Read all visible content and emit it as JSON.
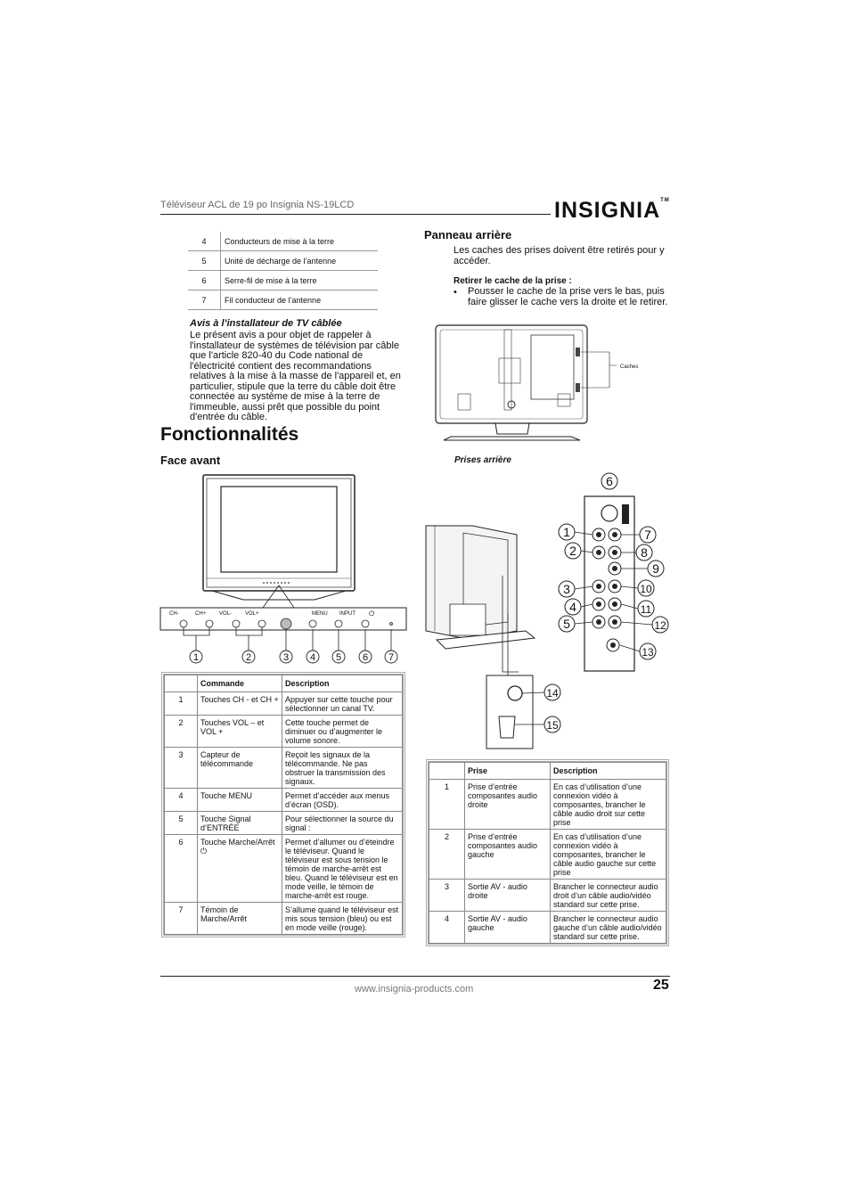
{
  "header": {
    "title": "Téléviseur ACL de 19 po Insignia NS-19LCD",
    "logo": "INSIGNIA",
    "logo_tm": "TM"
  },
  "parts_table": [
    {
      "num": "4",
      "label": "Conducteurs de mise à la terre"
    },
    {
      "num": "5",
      "label": "Unité de décharge de l’antenne"
    },
    {
      "num": "6",
      "label": "Serre-fil de mise à la terre"
    },
    {
      "num": "7",
      "label": "Fil conducteur de l’antenne"
    }
  ],
  "avis": {
    "heading": "Avis à l’installateur de TV câblée",
    "text": "Le présent avis a pour objet de rappeler à l'installateur de systèmes de télévision par câble que l'article 820-40 du Code national de l'électricité contient des recommandations relatives à la mise à la masse de l'appareil et, en particulier, stipule que la terre du câble doit être connectée au système de mise à la terre de l'immeuble, aussi prêt que possible du point d'entrée du câble."
  },
  "section_title": "Fonctionnalités",
  "face_avant": {
    "heading": "Face avant",
    "button_labels": [
      "CH-",
      "CH+",
      "VOL-",
      "VOL+",
      "MENU",
      "INPUT"
    ],
    "callouts": [
      "1",
      "2",
      "3",
      "4",
      "5",
      "6",
      "7"
    ],
    "table_headers": [
      "Commande",
      "Description"
    ],
    "rows": [
      {
        "num": "1",
        "command": "Touches CH - et CH +",
        "description": "Appuyer sur cette touche pour sélectionner un canal TV."
      },
      {
        "num": "2",
        "command": "Touches VOL – et VOL +",
        "description": "Cette touche permet de diminuer ou d’augmenter le volume sonore."
      },
      {
        "num": "3",
        "command": "Capteur de télécommande",
        "description": "Reçoit les signaux de la télécommande. Ne pas obstruer la transmission des signaux."
      },
      {
        "num": "4",
        "command": "Touche MENU",
        "description": "Permet d’accéder aux menus d’écran (OSD)."
      },
      {
        "num": "5",
        "command": "Touche Signal d’ENTRÉE",
        "description": "Pour sélectionner la source du signal :"
      },
      {
        "num": "6",
        "command": "Touche Marche/Arrêt",
        "command_icon": "⏻",
        "description": "Permet d’allumer ou d’éteindre le téléviseur. Quand le téléviseur est sous tension le témoin de marche-arrêt est bleu. Quand le téléviseur est en mode veille, le témoin de marche-arrêt est rouge."
      },
      {
        "num": "7",
        "command": "Témoin de Marche/Arrêt",
        "description": "S’allume quand le téléviseur est mis sous tension (bleu) ou est en mode veille (rouge)."
      }
    ]
  },
  "panneau": {
    "heading": "Panneau arrière",
    "intro": "Les caches des prises doivent être retirés pour y accéder.",
    "subheading": "Retirer le cache de la prise :",
    "bullet": "Pousser le cache de la prise vers le bas, puis faire glisser le cache vers la droite et le retirer.",
    "caches_label": "Caches",
    "caption": "Prises arrière",
    "callouts": [
      "1",
      "2",
      "3",
      "4",
      "5",
      "6",
      "7",
      "8",
      "9",
      "10",
      "11",
      "12",
      "13",
      "14",
      "15"
    ],
    "table_headers": [
      "Prise",
      "Description"
    ],
    "rows": [
      {
        "num": "1",
        "prise": "Prise d’entrée composantes audio droite",
        "description": "En cas d’utilisation d’une connexion vidéo à composantes, brancher le câble audio droit sur cette prise"
      },
      {
        "num": "2",
        "prise": "Prise d’entrée composantes audio gauche",
        "description": "En cas d’utilisation d’une connexion vidéo à composantes, brancher le câble audio gauche sur cette prise"
      },
      {
        "num": "3",
        "prise": "Sortie AV - audio droite",
        "description": "Brancher le connecteur audio droit d’un câble audio/vidéo standard sur cette prise."
      },
      {
        "num": "4",
        "prise": "Sortie AV - audio gauche",
        "description": "Brancher le connecteur audio gauche d’un câble audio/vidéo standard sur cette prise."
      }
    ]
  },
  "footer": {
    "url": "www.insignia-products.com",
    "page": "25"
  }
}
